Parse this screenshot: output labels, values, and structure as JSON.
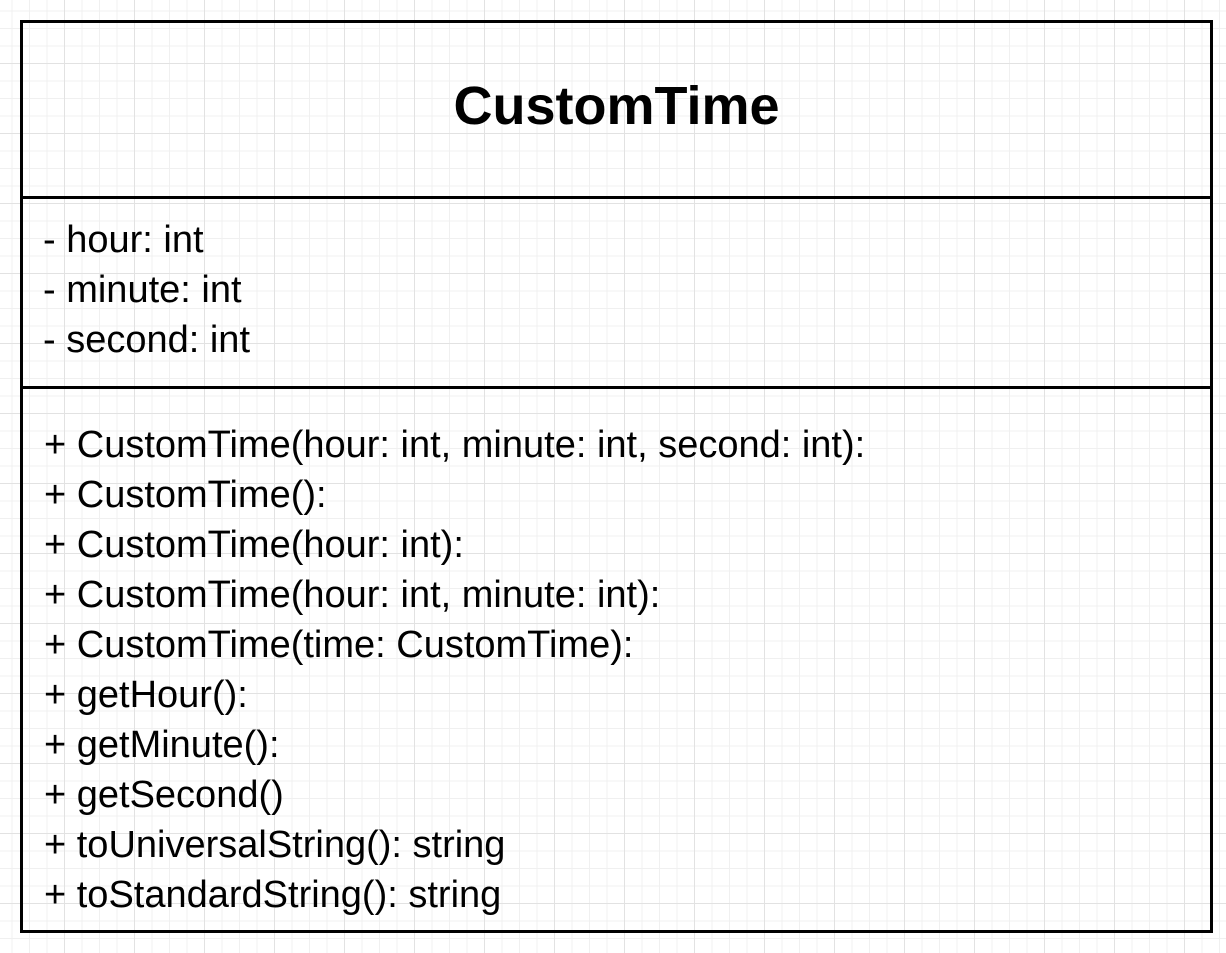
{
  "class": {
    "name": "CustomTime",
    "attributes": [
      "- hour: int",
      "- minute: int",
      "- second: int"
    ],
    "operations": [
      "+ CustomTime(hour: int, minute: int, second: int):",
      "+ CustomTime():",
      "+ CustomTime(hour: int):",
      "+ CustomTime(hour: int, minute: int):",
      "+ CustomTime(time: CustomTime):",
      "+ getHour():",
      "+ getMinute():",
      "+ getSecond()",
      "+ toUniversalString(): string",
      "+ toStandardString(): string"
    ]
  }
}
